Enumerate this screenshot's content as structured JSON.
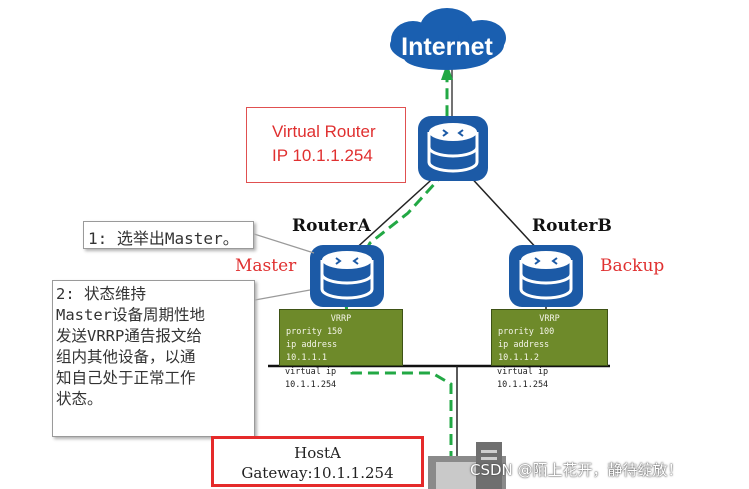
{
  "internet": {
    "label": "Internet"
  },
  "virtual_router": {
    "line1": "Virtual Router",
    "line2": "IP 10.1.1.254"
  },
  "callout1": {
    "text": "1: 选举出Master。"
  },
  "callout2": {
    "lines": [
      "2: 状态维持",
      "Master设备周期性地",
      "发送VRRP通告报文给",
      "组内其他设备，以通",
      "知自己处于正常工作",
      "状态。"
    ]
  },
  "router_a": {
    "name": "RouterA",
    "role": "Master",
    "panel": {
      "title": "VRRP",
      "lines": [
        "prority 150",
        "ip address",
        "10.1.1.1"
      ]
    },
    "extra": [
      "virtual ip",
      "10.1.1.254"
    ]
  },
  "router_b": {
    "name": "RouterB",
    "role": "Backup",
    "panel": {
      "title": "VRRP",
      "lines": [
        "prority 100",
        "ip address",
        "10.1.1.2"
      ]
    },
    "extra": [
      "virtual ip",
      "10.1.1.254"
    ]
  },
  "host": {
    "name": "HostA",
    "gateway": "Gateway:10.1.1.254"
  },
  "watermark": "CSDN @陌上花开，静待绽放！",
  "colors": {
    "cloud": "#1a5fb0",
    "router": "#1c5aa6",
    "path": "#22a844",
    "panel": "#6e8a2a",
    "highlight": "#e52a2a"
  }
}
